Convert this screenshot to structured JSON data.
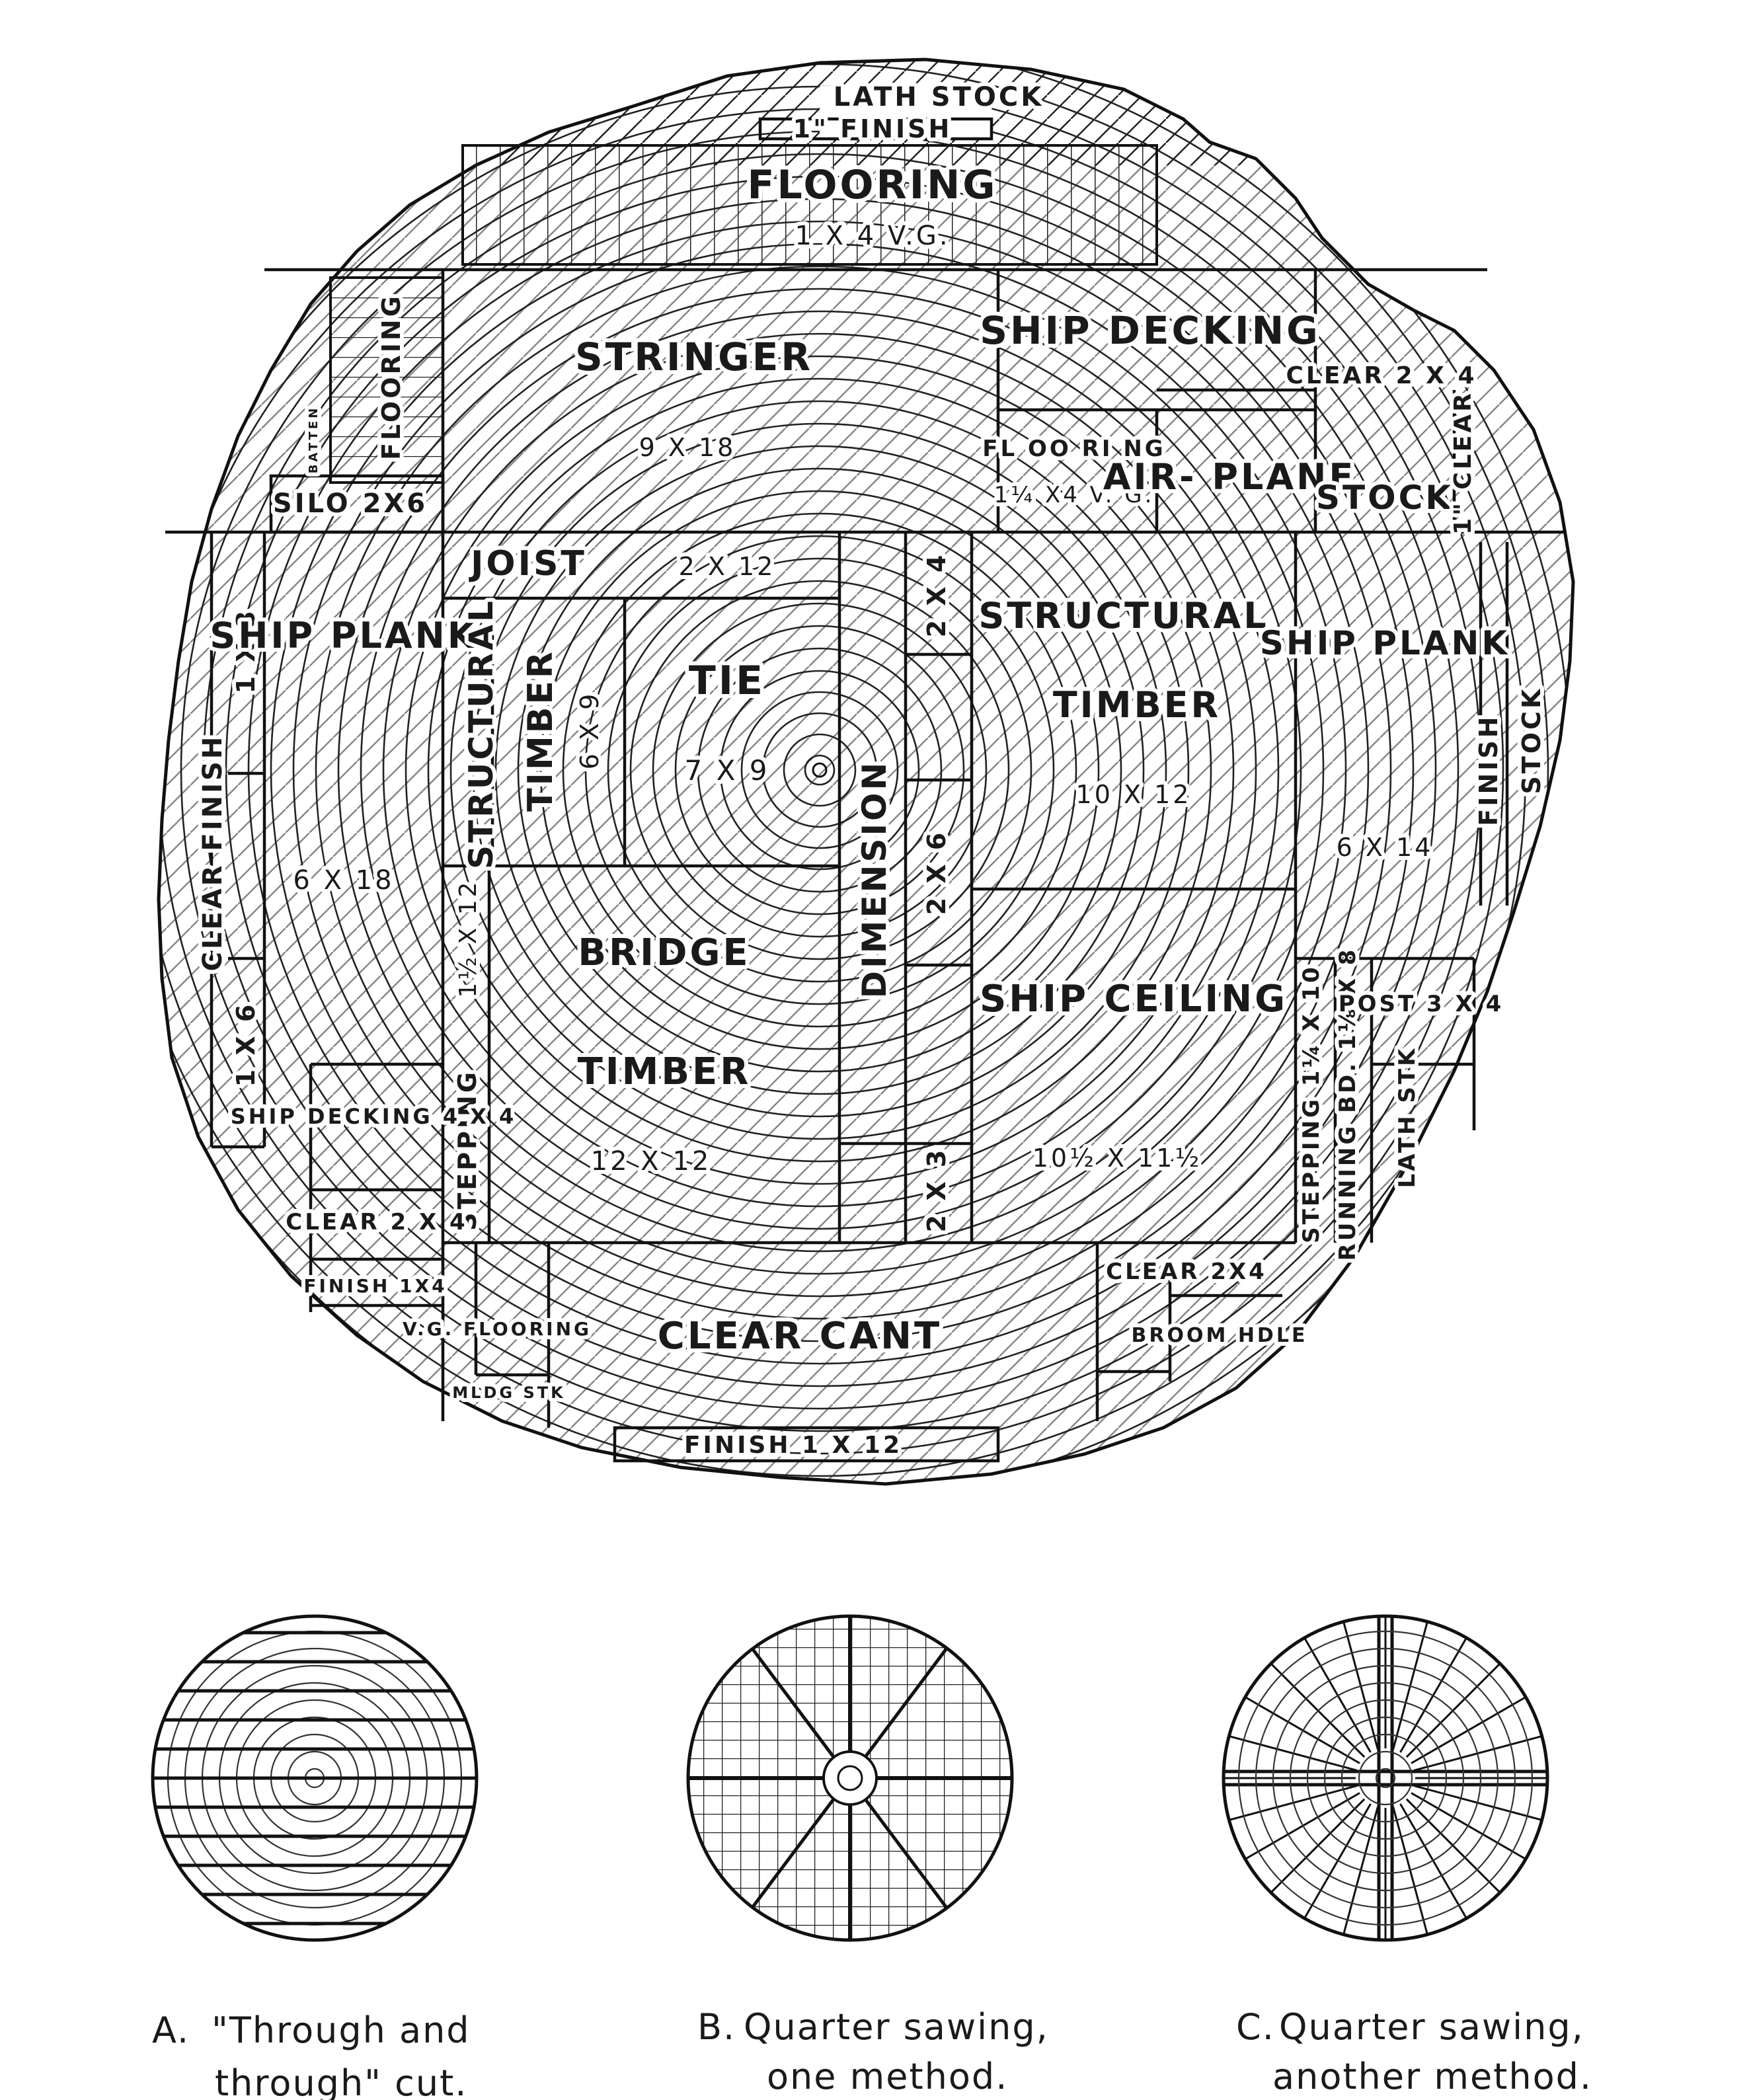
{
  "main_log": {
    "labels": {
      "lath_stock_top": "LATH STOCK",
      "finish_1in": "1\" FINISH",
      "flooring_top": "FLOORING",
      "flooring_top_dim": "1 X 4  V.G.",
      "stringer": "STRINGER",
      "stringer_dim": "9 X 18",
      "ship_decking_top": "SHIP DECKING",
      "clear_2x4_top": "CLEAR 2 X 4",
      "flooring_vg_left": "FL OO RI NG",
      "flooring_vg_dim": "1¼ X4 V. G.",
      "airplane": "AIR- PLANE",
      "stock": "STOCK",
      "one_in_clear": "1\" CLEAR",
      "battens": "BATTEN",
      "flooring_left": "FLOORING",
      "silo": "SILO 2X6",
      "clear_finish_left": "CLEAR  FINISH",
      "one_x_eight": "1 X 8",
      "one_x_six": "1 X 6",
      "ship_plank_left": "SHIP PLANK",
      "ship_plank_left_dim": "6 X 18",
      "joist": "JOIST",
      "joist_dim": "2 X 12",
      "structural_left": "STRUCTURAL",
      "timber_left": "TIMBER",
      "timber_left_dim": "6 X 9",
      "tie": "TIE",
      "tie_dim": "7 X 9",
      "two_x_four_center": "2 X 4",
      "dimension": "DIMENSION",
      "two_x_six": "2 X 6",
      "two_x_three": "2 X 3",
      "structural_right": "STRUCTURAL",
      "timber_right": "TIMBER",
      "timber_right_dim": "10 X 12",
      "ship_plank_right": "SHIP PLANK",
      "ship_plank_right_dim": "6 X 14",
      "finish_right": "FINISH",
      "stock_right": "STOCK",
      "stepping_left_dim": "1½ X 12",
      "stepping_left": "STEPPING",
      "bridge": "BRIDGE",
      "bridge_timber": "TIMBER",
      "bridge_dim": "12 X 12",
      "ship_ceiling": "SHIP CEILING",
      "ship_ceiling_dim": "10½ X 11½",
      "stepping_right": "STEPPING 1¼ X 10",
      "running_bd": "RUNNING BD. 1⅛ X 8",
      "post": "POST 3 X 4",
      "lath_stk": "LATH STK",
      "ship_decking_left": "SHIP DECKING 4 X 4",
      "clear_2x4_left": "CLEAR 2 X 4",
      "finish_1x4": "FINISH 1X4",
      "vg_flooring": "V.G. FLOORING",
      "mldg_stk": "MLDG STK",
      "clear_cant": "CLEAR CANT",
      "clear_2x4_right": "CLEAR 2X4",
      "broom_hdle": "BROOM HDLE",
      "finish_1x12": "FINISH  1 X 12"
    }
  },
  "small_logs": [
    {
      "letter": "A.",
      "caption_line1": "\"Through and",
      "caption_line2": "through\" cut."
    },
    {
      "letter": "B.",
      "caption_line1": "Quarter sawing,",
      "caption_line2": "one method."
    },
    {
      "letter": "C.",
      "caption_line1": "Quarter sawing,",
      "caption_line2": "another method."
    }
  ]
}
